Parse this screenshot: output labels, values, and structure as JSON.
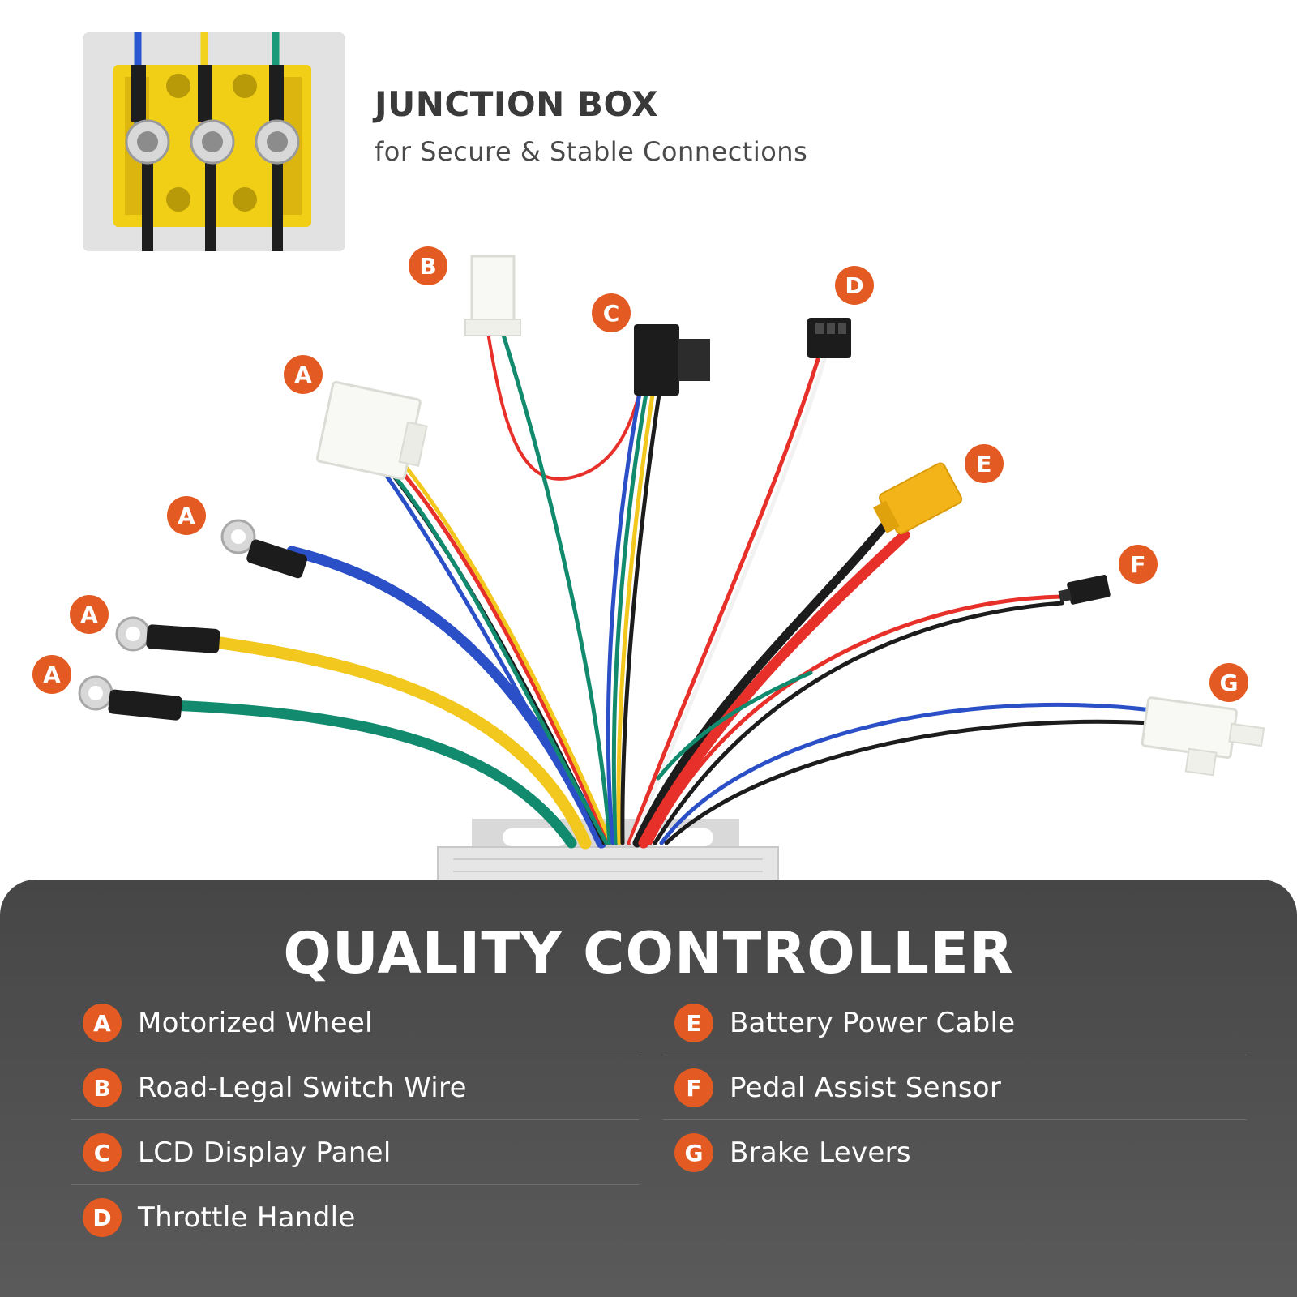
{
  "junction": {
    "title": "JUNCTION BOX",
    "subtitle": "for Secure & Stable Connections"
  },
  "markers": {
    "a": "A",
    "b": "B",
    "c": "C",
    "d": "D",
    "e": "E",
    "f": "F",
    "g": "G"
  },
  "colors": {
    "accent": "#e35a22",
    "panel": "#4d4d4d",
    "wire_blue": "#2a4fc7",
    "wire_yellow": "#f2c81e",
    "wire_green": "#128a6e",
    "wire_red": "#e8302a",
    "wire_black": "#1c1c1c",
    "connector_yellow": "#f2b418"
  },
  "panel": {
    "title": "QUALITY CONTROLLER",
    "legend": [
      {
        "letter": "A",
        "label": "Motorized Wheel"
      },
      {
        "letter": "B",
        "label": "Road-Legal Switch Wire"
      },
      {
        "letter": "C",
        "label": "LCD Display Panel"
      },
      {
        "letter": "D",
        "label": "Throttle Handle"
      },
      {
        "letter": "E",
        "label": "Battery Power Cable"
      },
      {
        "letter": "F",
        "label": "Pedal Assist Sensor"
      },
      {
        "letter": "G",
        "label": "Brake Levers"
      }
    ]
  }
}
